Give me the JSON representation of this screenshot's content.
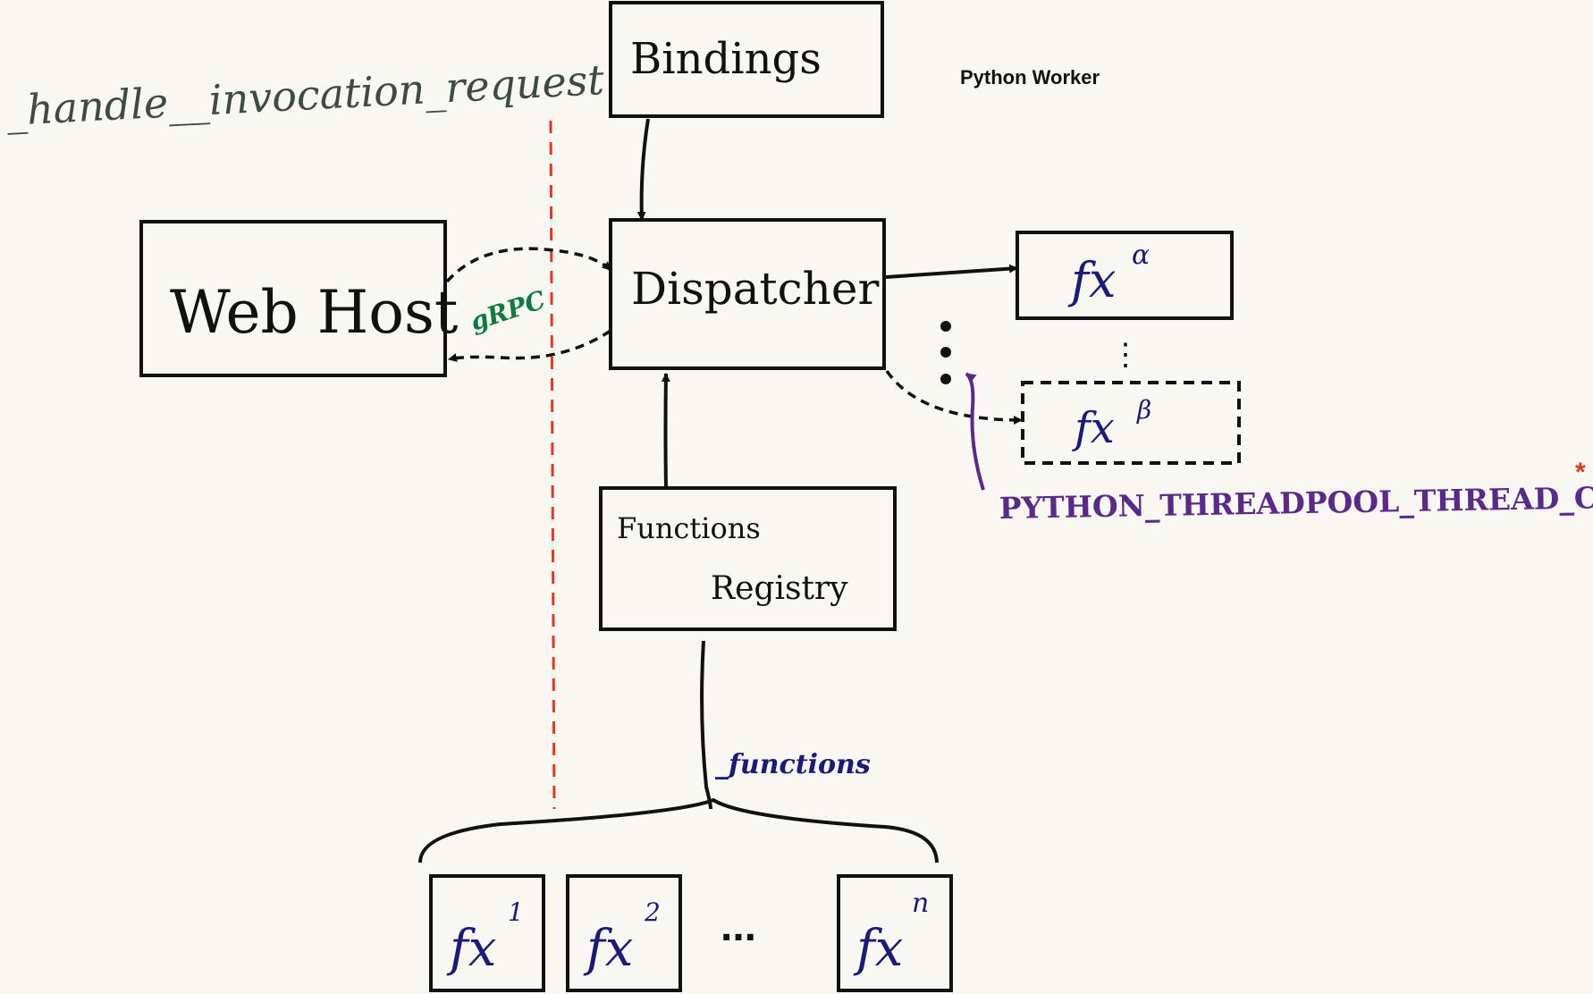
{
  "annotation": {
    "handler": "_handle__invocation_request"
  },
  "title": "Python Worker",
  "boxes": {
    "bindings": "Bindings",
    "dispatcher": "Dispatcher",
    "web_host": "Web Host",
    "registry_line1": "Functions",
    "registry_line2": "Registry"
  },
  "edge_labels": {
    "grpc": "gRPC",
    "functions": "_functions"
  },
  "thread_pool": {
    "worker_alpha": {
      "base": "fx",
      "sup": "α"
    },
    "worker_beta": {
      "base": "fx",
      "sup": "β"
    },
    "ellipsis": "⋮",
    "env_var": "PYTHON_THREADPOOL_THREAD_COUNT",
    "asterisk": "*"
  },
  "functions": [
    {
      "base": "fx",
      "sup": "1"
    },
    {
      "base": "fx",
      "sup": "2"
    },
    {
      "base": "fx",
      "sup": "n"
    }
  ],
  "functions_ellipsis": "...",
  "colors": {
    "ink": "#111111",
    "annotation": "#3d4a47",
    "grpc": "#0e7a42",
    "fx": "#1a1a7a",
    "env": "#5a2a8a",
    "boundary": "#e23a1e"
  }
}
